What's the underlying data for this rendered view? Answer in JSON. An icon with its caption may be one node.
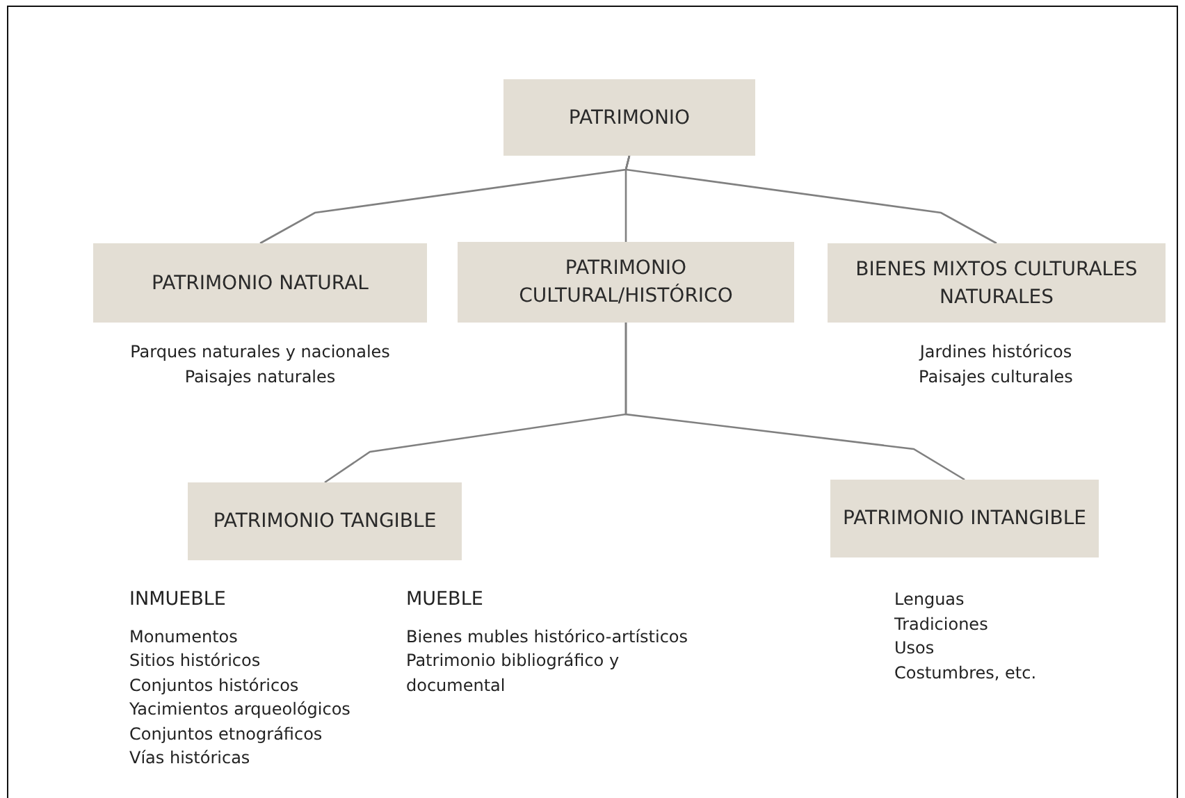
{
  "diagram": {
    "nodes": [
      {
        "text": [
          "PATRIMONIO"
        ]
      },
      {
        "text": [
          "PATRIMONIO NATURAL"
        ],
        "beside": [
          "Parques naturales y nacionales",
          "Paisajes naturales"
        ]
      },
      {
        "text": [
          "PATRIMONIO CULTURAL/HISTÓRICO"
        ]
      },
      {
        "text": [
          "BIENES MIXTOS CULTURALES NATURALES"
        ],
        "beside": [
          "Jardines históricos",
          "Paisajes culturales"
        ]
      },
      {
        "text": [
          "PATRIMONIO TANGIBLE"
        ],
        "beside": [
          "INMUEBLE",
          "Monumentos",
          "Sitios históricos",
          "Conjuntos históricos",
          "Yacimientos arqueológicos",
          "Conjuntos etnográficos",
          "Vías históricas",
          "MUEBLE",
          "Bienes mubles histórico-artísticos",
          "Patrimonio bibliográfico y documental"
        ]
      },
      {
        "text": [
          "PATRIMONIO INTANGIBLE"
        ],
        "beside": [
          "Lenguas",
          "Tradiciones",
          "Usos",
          "Costumbres, etc."
        ]
      }
    ],
    "edges": [
      {
        "from": 0,
        "to": 1,
        "arrow": "none"
      },
      {
        "from": 0,
        "to": 2,
        "arrow": "none"
      },
      {
        "from": 0,
        "to": 3,
        "arrow": "none"
      },
      {
        "from": 2,
        "to": 4,
        "arrow": "none"
      },
      {
        "from": 2,
        "to": 5,
        "arrow": "none"
      }
    ]
  }
}
